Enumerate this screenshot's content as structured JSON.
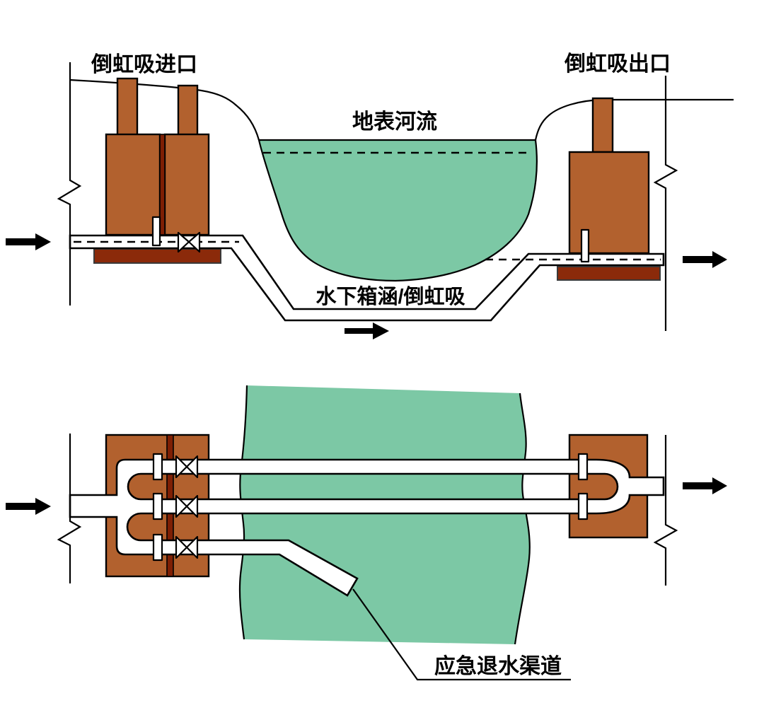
{
  "colors": {
    "background": "#FFFFFF",
    "water": "#7CC8A5",
    "structure": "#B2612E",
    "foundation": "#8B2A0A",
    "joint": "#7E1F04",
    "outline": "#000000"
  },
  "profile_view": {
    "inlet_label": "倒虹吸进口",
    "outlet_label": "倒虹吸出口",
    "river_label": "地表河流",
    "culvert_label": "水下箱涵/倒虹吸"
  },
  "plan_view": {
    "drain_label": "应急退水渠道"
  },
  "icons": {
    "flow_arrow": "right-arrow",
    "valve": "bowtie-valve",
    "break_line": "zigzag-break"
  }
}
